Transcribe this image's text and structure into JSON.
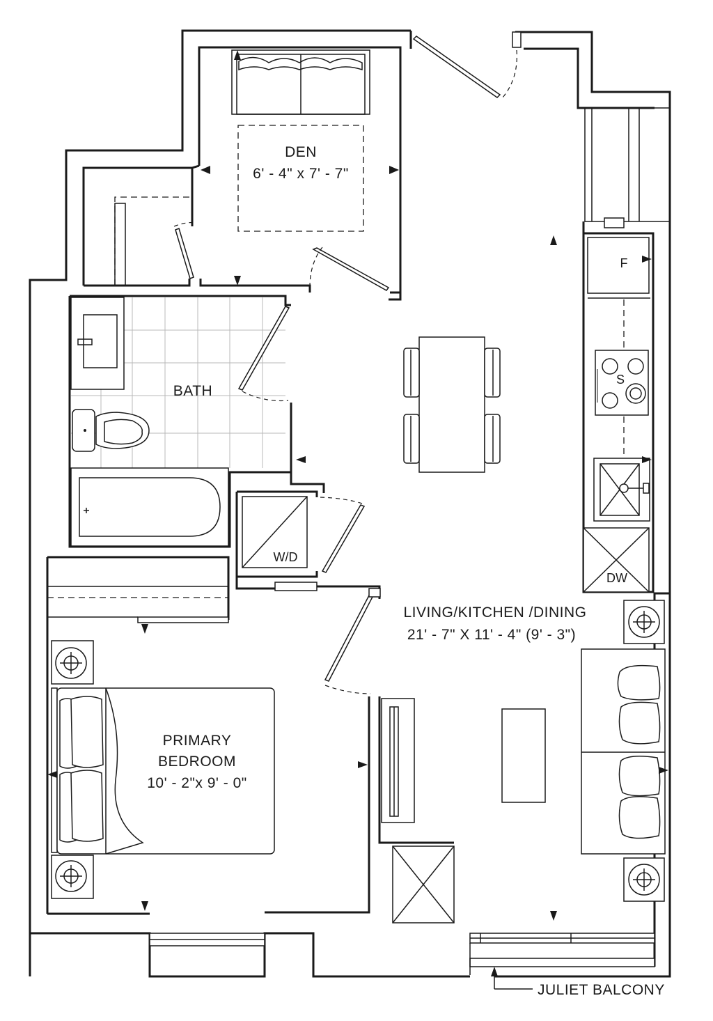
{
  "rooms": {
    "den": {
      "name": "DEN",
      "size": "6' - 4\" x 7' - 7\""
    },
    "bath": {
      "name": "BATH"
    },
    "living": {
      "name": "LIVING/KITCHEN /DINING",
      "size": "21' - 7\" X 11' - 4\" (9' - 3\")"
    },
    "bedroom": {
      "name_line1": "PRIMARY",
      "name_line2": "BEDROOM",
      "size": "10' - 2\"x 9' - 0\""
    }
  },
  "fixtures": {
    "fridge": "F",
    "stove": "S",
    "washer_dryer": "W/D",
    "dishwasher": "DW"
  },
  "callouts": {
    "balcony": "JULIET BALCONY"
  },
  "colors": {
    "line": "#1a1a1a",
    "tile": "#b9b9b9",
    "background": "#ffffff"
  }
}
